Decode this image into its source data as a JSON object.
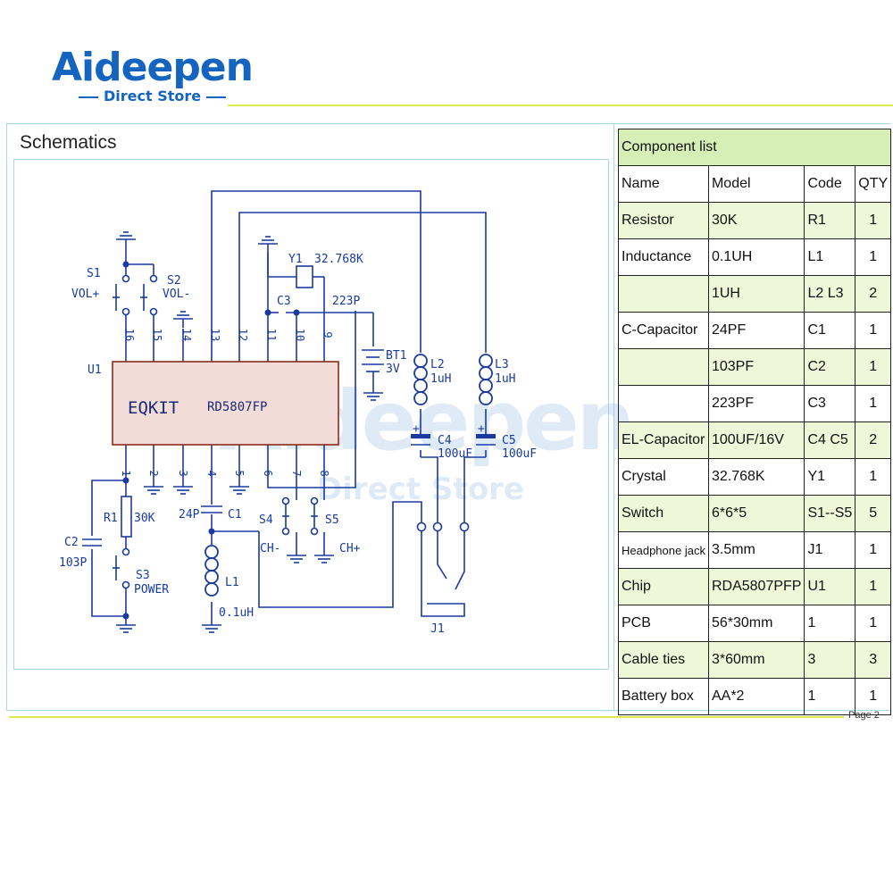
{
  "brand": {
    "logo_main": "Aideepen",
    "logo_sub": "Direct Store"
  },
  "schematic": {
    "title": "Schematics",
    "labels": {
      "u1": "U1",
      "chip_brand": "EQKIT",
      "chip_model": "RD5807FP",
      "s1": "S1",
      "vol_plus": "VOL+",
      "s2": "S2",
      "vol_minus": "VOL-",
      "y1": "Y1",
      "y1_value": "32.768K",
      "c3": "C3",
      "c3_value": "223P",
      "bt1": "BT1",
      "bt1_value": "3V",
      "l2": "L2",
      "l2_value": "1uH",
      "l3": "L3",
      "l3_value": "1uH",
      "c4": "C4",
      "c4_value": "100uF",
      "c5": "C5",
      "c5_value": "100uF",
      "r1": "R1",
      "r1_value": "30K",
      "c2": "C2",
      "c2_value": "103P",
      "s3": "S3",
      "power": "POWER",
      "c1_value": "24P",
      "c1": "C1",
      "l1": "L1",
      "l1_value": "0.1uH",
      "s4": "S4",
      "s5": "S5",
      "ch_minus": "CH-",
      "ch_plus": "CH+",
      "j1": "J1",
      "plus": "+"
    },
    "pins_top": [
      "16",
      "15",
      "14",
      "13",
      "12",
      "11",
      "10",
      "9"
    ],
    "pins_bottom": [
      "1",
      "2",
      "3",
      "4",
      "5",
      "6",
      "7",
      "8"
    ]
  },
  "component_list": {
    "title": "Component list",
    "headers": [
      "Name",
      "Model",
      "Code",
      "QTY"
    ],
    "rows": [
      {
        "name": "Resistor",
        "model": "30K",
        "code": "R1",
        "qty": "1"
      },
      {
        "name": "Inductance",
        "model": "0.1UH",
        "code": "L1",
        "qty": "1"
      },
      {
        "name": "",
        "model": "1UH",
        "code": "L2  L3",
        "qty": "2"
      },
      {
        "name": "C-Capacitor",
        "model": "24PF",
        "code": "C1",
        "qty": "1"
      },
      {
        "name": "",
        "model": "103PF",
        "code": "C2",
        "qty": "1"
      },
      {
        "name": "",
        "model": "223PF",
        "code": "C3",
        "qty": "1"
      },
      {
        "name": "EL-Capacitor",
        "model": "100UF/16V",
        "code": "C4  C5",
        "qty": "2"
      },
      {
        "name": "Crystal",
        "model": "32.768K",
        "code": "Y1",
        "qty": "1"
      },
      {
        "name": "Switch",
        "model": "6*6*5",
        "code": "S1--S5",
        "qty": "5"
      },
      {
        "name": "Headphone jack",
        "model": "3.5mm",
        "code": "J1",
        "qty": "1"
      },
      {
        "name": "Chip",
        "model": "RDA5807PFP",
        "code": "U1",
        "qty": "1"
      },
      {
        "name": "PCB",
        "model": "56*30mm",
        "code": "1",
        "qty": "1"
      },
      {
        "name": "Cable ties",
        "model": "3*60mm",
        "code": "3",
        "qty": "3"
      },
      {
        "name": "Battery box",
        "model": " AA*2",
        "code": "1",
        "qty": "1"
      }
    ]
  },
  "footer": {
    "page": "Page 2"
  },
  "colors": {
    "wire": "#1a3aa0",
    "chip_fill": "#f2dcd7",
    "chip_border": "#8b2a1a",
    "header_green": "#d6efb6",
    "row_green": "#eef7d8",
    "accent_line": "#dde94a",
    "logo_blue": "#1565c0",
    "logo_orange": "#f39c12"
  }
}
